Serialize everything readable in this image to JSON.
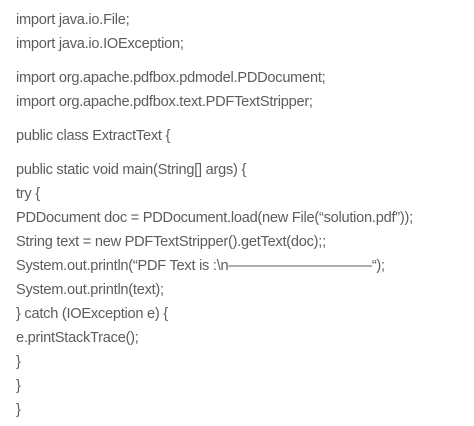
{
  "paragraphs": [
    {
      "lines": [
        "import java.io.File;",
        "import java.io.IOException;"
      ]
    },
    {
      "lines": [
        "import org.apache.pdfbox.pdmodel.PDDocument;",
        "import org.apache.pdfbox.text.PDFTextStripper;"
      ]
    },
    {
      "lines": [
        "public class ExtractText {"
      ]
    },
    {
      "lines": [
        "public static void main(String[] args) {",
        "try {",
        "PDDocument doc = PDDocument.load(new File(“solution.pdf”));",
        "String text = new PDFTextStripper().getText(doc);;",
        "System.out.println(“PDF Text is :\\n——————————“);",
        "System.out.println(text);",
        "} catch (IOException e) {",
        "e.printStackTrace();",
        "}",
        "}",
        "}"
      ]
    }
  ]
}
